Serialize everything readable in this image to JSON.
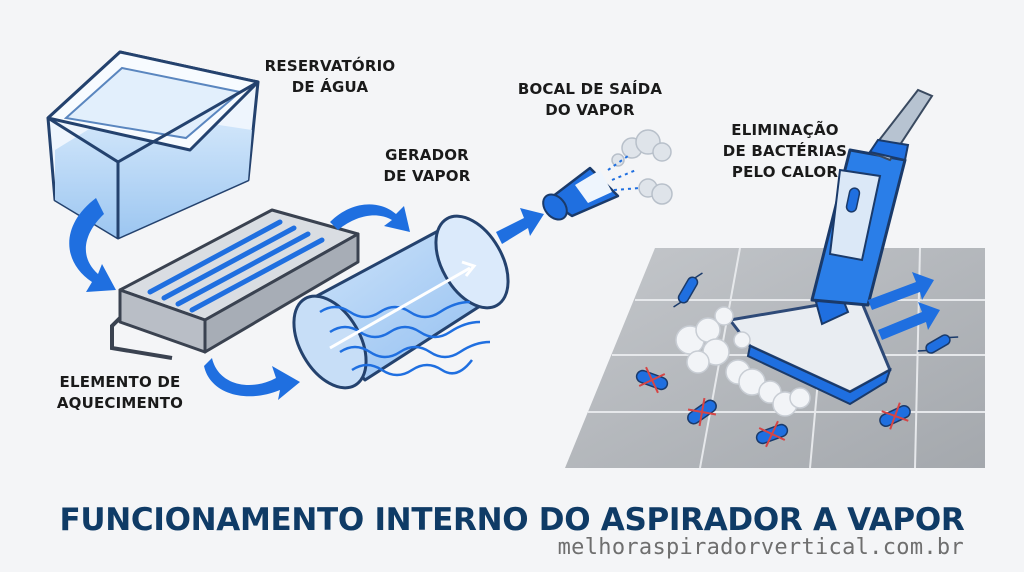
{
  "labels": {
    "reservoir": [
      "RESERVATÓRIO",
      "DE ÁGUA"
    ],
    "generator": [
      "GERADOR",
      "DE VAPOR"
    ],
    "nozzle": [
      "BOCAL DE SAÍDA",
      "DO VAPOR"
    ],
    "elimination": [
      "ELIMINAÇÃO",
      "DE BACTÉRIAS",
      "PELO CALOR"
    ],
    "heating": [
      "ELEMENTO DE",
      "AQUECIMENTO"
    ]
  },
  "title": "FUNCIONAMENTO INTERNO DO ASPIRADOR A VAPOR",
  "website": "melhoraspiradorvertical.com.br",
  "colors": {
    "accent": "#1f6fe0",
    "title": "#0f3b66",
    "water": "#bcd9f6",
    "floor": "#b7babe"
  }
}
